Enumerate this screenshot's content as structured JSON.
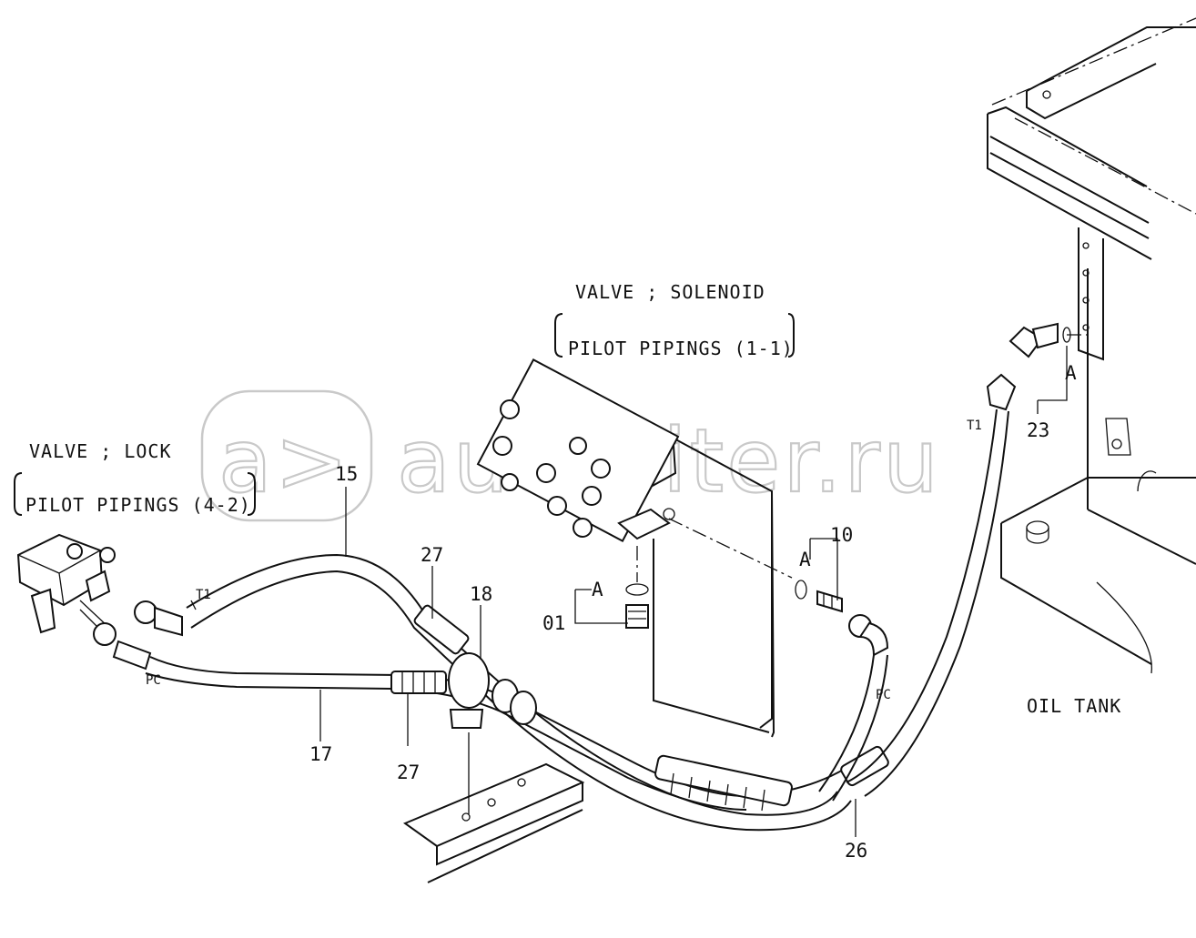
{
  "labels": {
    "solenoid_valve_title": "VALVE ; SOLENOID",
    "solenoid_valve_ref": "PILOT PIPINGS (1-1)",
    "lock_valve_title": "VALVE ; LOCK",
    "lock_valve_ref": "PILOT PIPINGS (4-2)",
    "oil_tank": "OIL TANK"
  },
  "part_numbers": {
    "p15": "15",
    "p27_top": "27",
    "p18": "18",
    "p17": "17",
    "p27_bottom": "27",
    "p01": "01",
    "p10": "10",
    "p23": "23",
    "p26": "26"
  },
  "markers": {
    "a_left": "A",
    "a_mid": "A",
    "a_right": "A",
    "t1_left": "T1",
    "t1_right": "T1",
    "pc_left": "PC",
    "pc_right": "PC"
  },
  "watermark": {
    "text": "autopiter.ru",
    "logo_text": "a>"
  }
}
